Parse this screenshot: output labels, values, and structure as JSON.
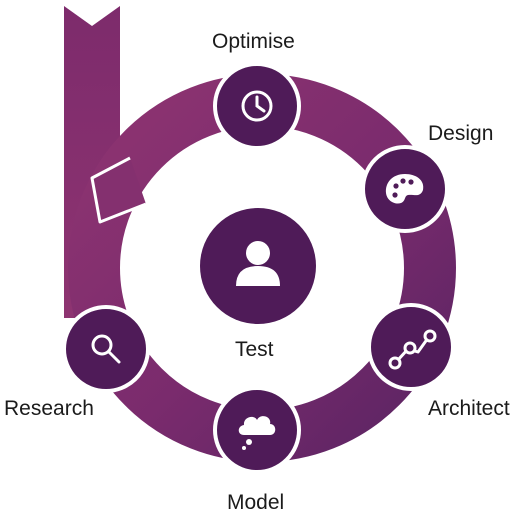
{
  "diagram": {
    "center_label": "Test",
    "stages": [
      {
        "key": "optimise",
        "label": "Optimise",
        "icon": "clock-icon"
      },
      {
        "key": "design",
        "label": "Design",
        "icon": "palette-icon"
      },
      {
        "key": "architect",
        "label": "Architect",
        "icon": "flow-nodes-icon"
      },
      {
        "key": "model",
        "label": "Model",
        "icon": "thought-cloud-icon"
      },
      {
        "key": "research",
        "label": "Research",
        "icon": "magnifier-icon"
      }
    ],
    "center_icon": "user-icon",
    "colors": {
      "band_dark": "#5b2463",
      "band_mid": "#7a2b6d",
      "band_light": "#8e3471",
      "node_fill": "#4f1b58",
      "node_stroke": "#ffffff",
      "icon": "#ffffff",
      "text": "#1b1b1b"
    }
  }
}
